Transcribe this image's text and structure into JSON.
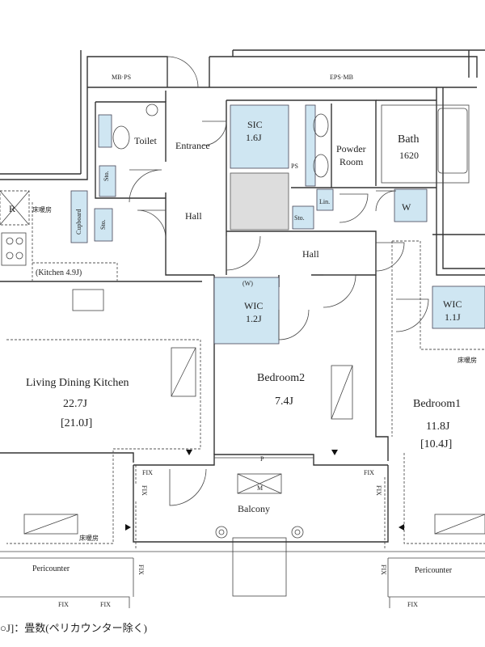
{
  "rooms": {
    "mbps": "MB·PS",
    "epsmb": "EPS·MB",
    "toilet": "Toilet",
    "entrance": "Entrance",
    "sic": "SIC",
    "sic_size": "1.6J",
    "ps": "PS",
    "powder_1": "Powder",
    "powder_2": "Room",
    "bath": "Bath",
    "bath_size": "1620",
    "sto": "Sto.",
    "lin": "Lin.",
    "w": "W",
    "hall": "Hall",
    "r": "R",
    "floor_heat": "床暖房",
    "cupboard": "Cupboard",
    "kitchen": "(Kitchen 4.9J)",
    "wic_w": "(W)",
    "wic": "WIC",
    "wic_size_1": "1.2J",
    "wic_size_2": "1.1J",
    "ldk": "Living Dining Kitchen",
    "ldk_size": "22.7J",
    "ldk_size2": "[21.0J]",
    "bedroom2": "Bedroom2",
    "bedroom2_size": "7.4J",
    "bedroom1": "Bedroom1",
    "bedroom1_size": "11.8J",
    "bedroom1_size2": "[10.4J]",
    "balcony": "Balcony",
    "fix": "FIX",
    "p": "P",
    "m": "M",
    "pericounter": "Pericounter"
  },
  "legend": "○J]：畳数(ペリカウンター除く)"
}
